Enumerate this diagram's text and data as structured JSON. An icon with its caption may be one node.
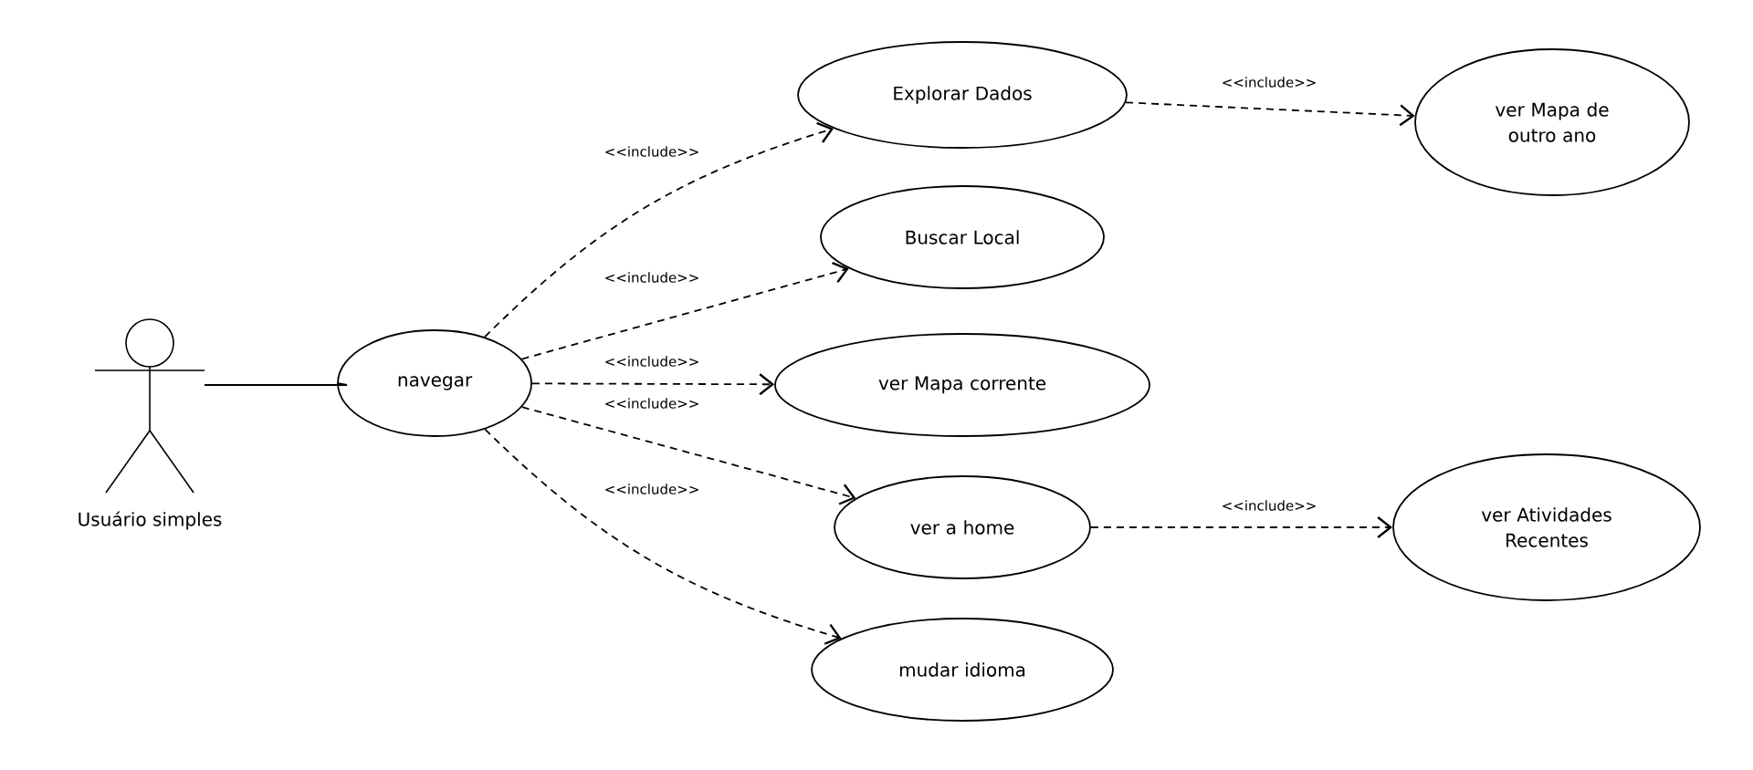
{
  "diagram": {
    "nodes": [
      {
        "text": [
          "Usuário simples"
        ]
      },
      {
        "text": [
          "navegar"
        ]
      },
      {
        "text": [
          "Explorar Dados"
        ]
      },
      {
        "text": [
          "Buscar Local"
        ]
      },
      {
        "text": [
          "ver Mapa corrente"
        ]
      },
      {
        "text": [
          "ver a home"
        ]
      },
      {
        "text": [
          "mudar idioma"
        ]
      },
      {
        "text": [
          "ver Mapa de outro ano"
        ]
      },
      {
        "text": [
          "ver Atividades Recentes"
        ]
      }
    ],
    "edges": [
      {
        "from": 0,
        "to": 1,
        "arrow": "none"
      },
      {
        "from": 1,
        "to": 2,
        "arrow": "to",
        "label": "<<include>>",
        "style": "dashed"
      },
      {
        "from": 1,
        "to": 3,
        "arrow": "to",
        "label": "<<include>>",
        "style": "dashed"
      },
      {
        "from": 1,
        "to": 4,
        "arrow": "to",
        "label": "<<include>>",
        "style": "dashed"
      },
      {
        "from": 1,
        "to": 5,
        "arrow": "to",
        "label": "<<include>>",
        "style": "dashed"
      },
      {
        "from": 1,
        "to": 6,
        "arrow": "to",
        "label": "<<include>>",
        "style": "dashed"
      },
      {
        "from": 2,
        "to": 7,
        "arrow": "to",
        "label": "<<include>>",
        "style": "dashed"
      },
      {
        "from": 5,
        "to": 8,
        "arrow": "to",
        "label": "<<include>>",
        "style": "dashed"
      }
    ]
  }
}
